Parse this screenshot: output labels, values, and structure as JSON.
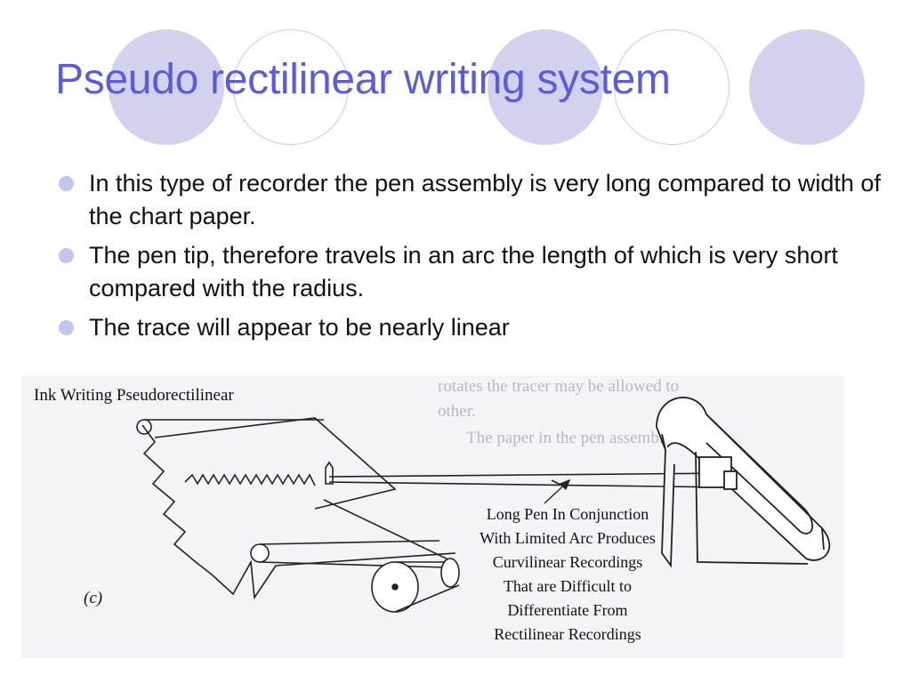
{
  "slide": {
    "title": "Pseudo rectilinear writing system",
    "bullets": [
      "In this type of recorder the pen assembly is very long compared to width of the chart paper.",
      "The pen tip, therefore travels in an arc the length of which is very short compared with the radius.",
      "The trace will appear to be nearly linear"
    ],
    "theme": {
      "title_color": "#5b5be0",
      "circle_fill": "#d2d2ef",
      "circle_outline": "#c9c9ea",
      "bullet_color": "#c4c4ee"
    }
  },
  "figure": {
    "heading": "Ink Writing Pseudorectilinear",
    "callout_lines": [
      "Long Pen In Conjunction",
      "With Limited Arc Produces",
      "Curvilinear Recordings",
      "That are Difficult to",
      "Differentiate From",
      "Rectilinear Recordings"
    ],
    "panel_label": "(c)",
    "background_text_lines": [
      "rotates the tracer may be allowed to",
      "other.",
      "The paper in the pen assembly"
    ]
  }
}
